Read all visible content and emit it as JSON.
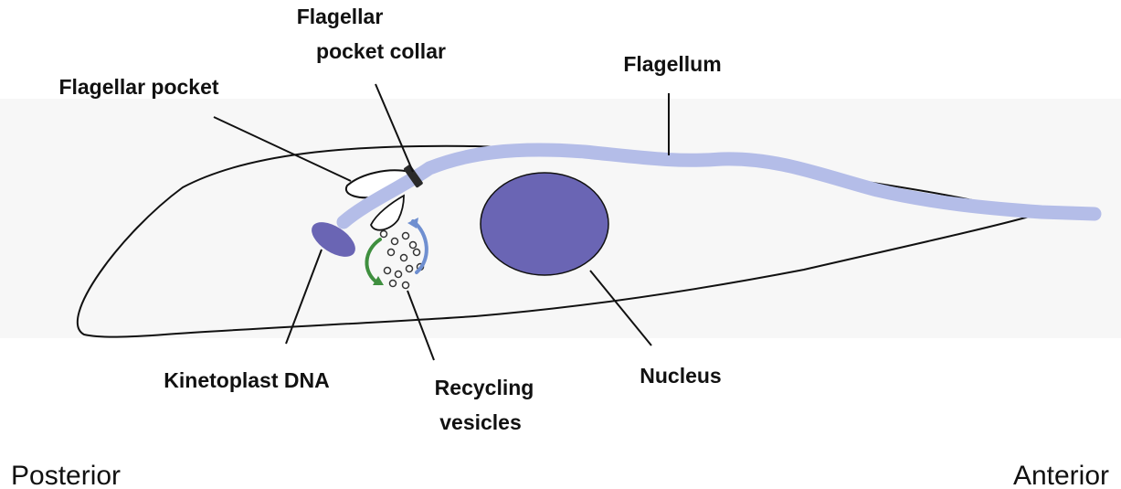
{
  "diagram": {
    "labels": {
      "flagellar_pocket_collar_line1": "Flagellar",
      "flagellar_pocket_collar_line2": "pocket collar",
      "flagellum": "Flagellum",
      "flagellar_pocket": "Flagellar pocket",
      "kinetoplast_dna": "Kinetoplast DNA",
      "recycling_vesicles_line1": "Recycling",
      "recycling_vesicles_line2": "vesicles",
      "nucleus": "Nucleus"
    },
    "orientation": {
      "posterior": "Posterior",
      "anterior": "Anterior"
    },
    "colors": {
      "flagellum": "#b4bde8",
      "nucleus": "#6a65b4",
      "kinetoplast": "#6a65b4",
      "collar": "#2a2a2a",
      "endocytosis_arrow": "#3f8f3f",
      "exocytosis_arrow": "#6f8fd0",
      "outline": "#111111"
    }
  }
}
